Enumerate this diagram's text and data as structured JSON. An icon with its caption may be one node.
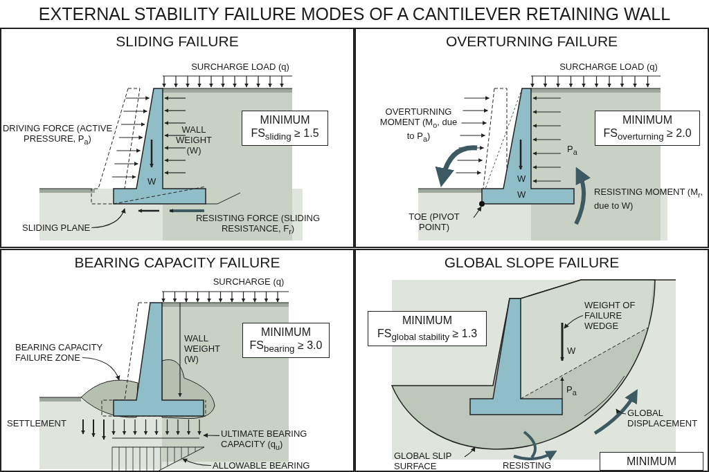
{
  "diagram": {
    "title": "EXTERNAL STABILITY FAILURE MODES OF A CANTILEVER RETAINING WALL",
    "nodes": [
      {
        "text": [
          "SLIDING FAILURE"
        ]
      },
      {
        "text": [
          "MINIMUM",
          "FS$_{sliding}$ ≥ 1.5"
        ],
        "in": 0
      },
      {
        "text": [
          "SLIDING PLANE"
        ],
        "in": 0
      },
      {
        "text": [
          "OVERTURNING FAILURE"
        ]
      },
      {
        "text": [
          "MINIMUM",
          "FS$_{overturning}$ ≥ 2.0"
        ],
        "in": 3
      },
      {
        "text": [
          "TOE (PIVOT POINT)"
        ],
        "in": 3
      },
      {
        "text": [],
        "shape": "circle",
        "in": 3
      },
      {
        "text": [
          "BEARING CAPACITY FAILURE"
        ]
      },
      {
        "text": [
          "MINIMUM",
          "FS$_{bearing}$ ≥ 3.0"
        ],
        "in": 7
      },
      {
        "text": [
          "BEARING CAPACITY FAILURE ZONE"
        ],
        "in": 7
      },
      {
        "text": [
          "ULTIMATE BEARING CAPACITY (q$_{u}$)"
        ],
        "in": 7
      },
      {
        "text": [
          "ALLOWABLE BEARING"
        ],
        "in": 7
      },
      {
        "text": [
          "GLOBAL SLOPE FAILURE"
        ]
      },
      {
        "text": [
          "MINIMUM",
          "FS$_{global stability}$ ≥ 1.3"
        ],
        "in": 12
      },
      {
        "text": [
          "WEIGHT OF FAILURE WEDGE"
        ],
        "in": 12
      },
      {
        "text": [
          "GLOBAL DISPLACEMENT"
        ],
        "in": 12
      },
      {
        "text": [
          "GLOBAL SLIP SURFACE"
        ],
        "in": 12
      },
      {
        "text": [
          "MINIMUM"
        ],
        "in": 12
      },
      {
        "text": [],
        "shape": "bar",
        "in": 7
      },
      {
        "text": [],
        "shape": "triangle",
        "in": 7
      }
    ],
    "edges": [
      {
        "from": 2,
        "to": null,
        "arrow": "to"
      },
      {
        "from": 5,
        "to": 6,
        "arrow": "to"
      },
      {
        "from": 9,
        "to": null,
        "arrow": "to"
      },
      {
        "from": 10,
        "to": 18,
        "arrow": "to"
      },
      {
        "from": 11,
        "to": 19,
        "arrow": "to"
      },
      {
        "from": 14,
        "to": null,
        "arrow": "to"
      },
      {
        "from": 15,
        "to": null,
        "arrow": "to"
      },
      {
        "from": 16,
        "to": null,
        "arrow": "to"
      }
    ],
    "labels": [
      "SURCHARGE LOAD (q)",
      "DRIVING FORCE (ACTIVE PRESSURE, P$_{a}$)",
      "WALL WEIGHT (W)",
      "W",
      "RESISTING FORCE (SLIDING RESISTANCE, F$_{r}$)",
      "SURCHARGE LOAD (q)",
      "OVERTURNING MOMENT (M$_{o}$, due to P$_{a}$)",
      "P$_{a}$",
      "W",
      "W",
      "RESISTING MOMENT (M$_{r}$, due to W)",
      "SURCHARGE (q)",
      "WALL WEIGHT (W)",
      "SETTLEMENT",
      "W",
      "P$_{a}$",
      "RESISTING"
    ]
  }
}
